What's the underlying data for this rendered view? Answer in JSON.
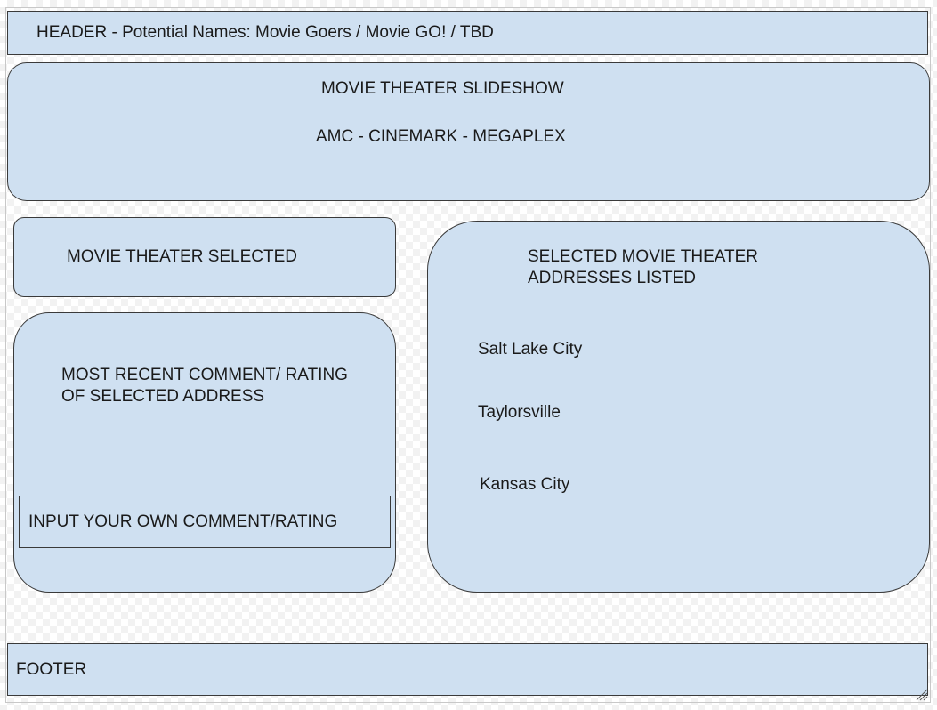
{
  "header": {
    "text": "HEADER - Potential Names: Movie Goers / Movie GO! / TBD"
  },
  "slideshow": {
    "title": "MOVIE THEATER SLIDESHOW",
    "theaters": "AMC - CINEMARK - MEGAPLEX"
  },
  "selected_theater": {
    "label": "MOVIE THEATER SELECTED"
  },
  "comments": {
    "line1": "MOST RECENT COMMENT/ RATING",
    "line2": "OF SELECTED ADDRESS",
    "input_label": "INPUT YOUR OWN COMMENT/RATING"
  },
  "addresses": {
    "title_line1": "SELECTED MOVIE THEATER",
    "title_line2": "ADDRESSES LISTED",
    "items": [
      "Salt Lake City",
      "Taylorsville",
      "Kansas City"
    ]
  },
  "footer": {
    "text": "FOOTER"
  },
  "colors": {
    "box_fill": "#cfe0f1",
    "box_stroke": "#3a3a3a"
  },
  "icons": {
    "resize": "resize-grip-icon"
  }
}
